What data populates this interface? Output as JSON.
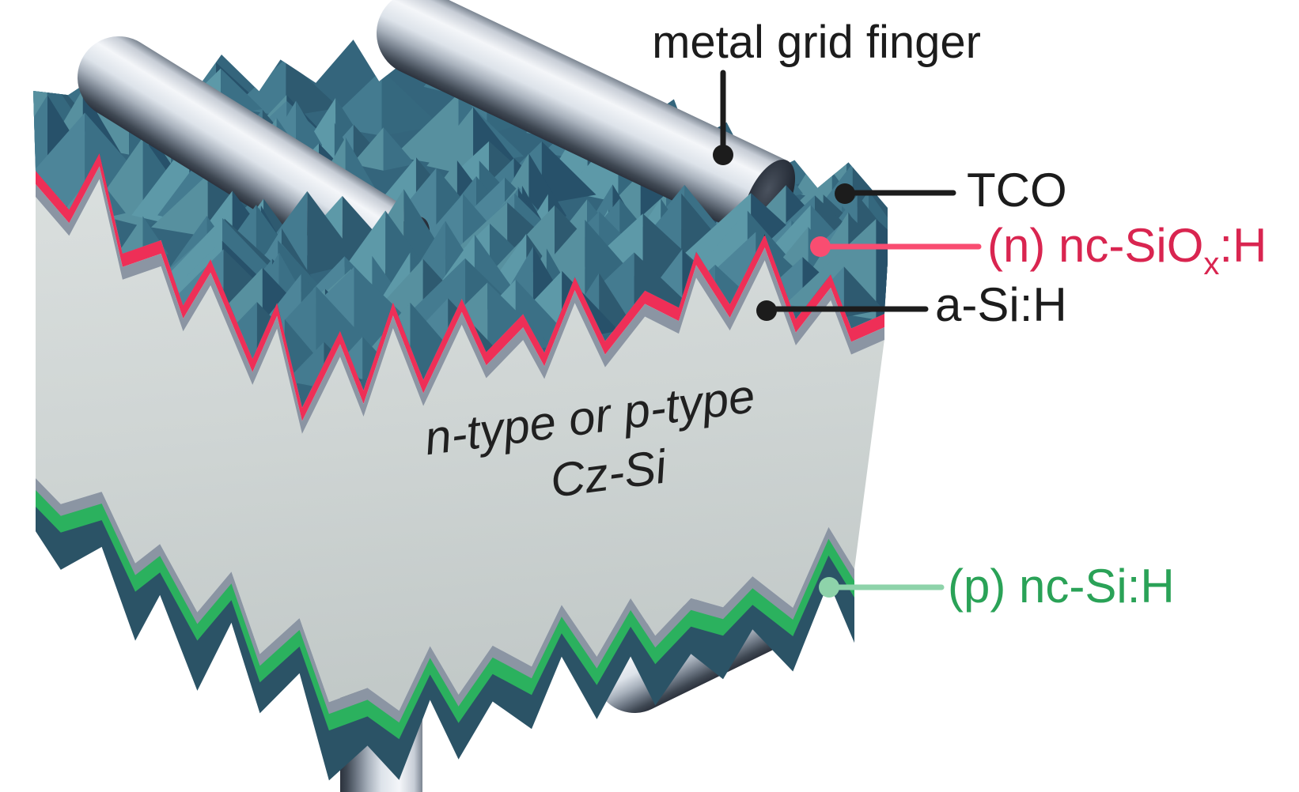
{
  "labels": {
    "metal_grid_finger": {
      "text": "metal grid finger"
    },
    "tco": {
      "text": "TCO"
    },
    "n_layer": {
      "text": "(n) nc-SiOx:H",
      "prefix": "(n) nc-SiO",
      "subscript": "x",
      "suffix": ":H"
    },
    "a_si_h": {
      "text": "a-Si:H"
    },
    "wafer": {
      "line1": "n-type or p-type",
      "line2": "Cz-Si"
    },
    "p_layer": {
      "text": "(p) nc-Si:H"
    }
  },
  "colors": {
    "background": "#ffffff",
    "label_black": "#1c1c1c",
    "n_layer_text": "#d92550",
    "n_layer_line": "#f94d71",
    "n_layer_band": "#ee2f57",
    "a_si_band": "#8b95a3",
    "p_layer_text": "#2aa257",
    "p_layer_line": "#8ed3aa",
    "p_layer_band": "#2bb15e",
    "tco_texture_teal": "#3a7186",
    "tco_bottom_band": "#2b5366",
    "wafer_body": "#ccd2d1",
    "metal_finger": "#dde3ea",
    "wafer_text": "#202020"
  }
}
